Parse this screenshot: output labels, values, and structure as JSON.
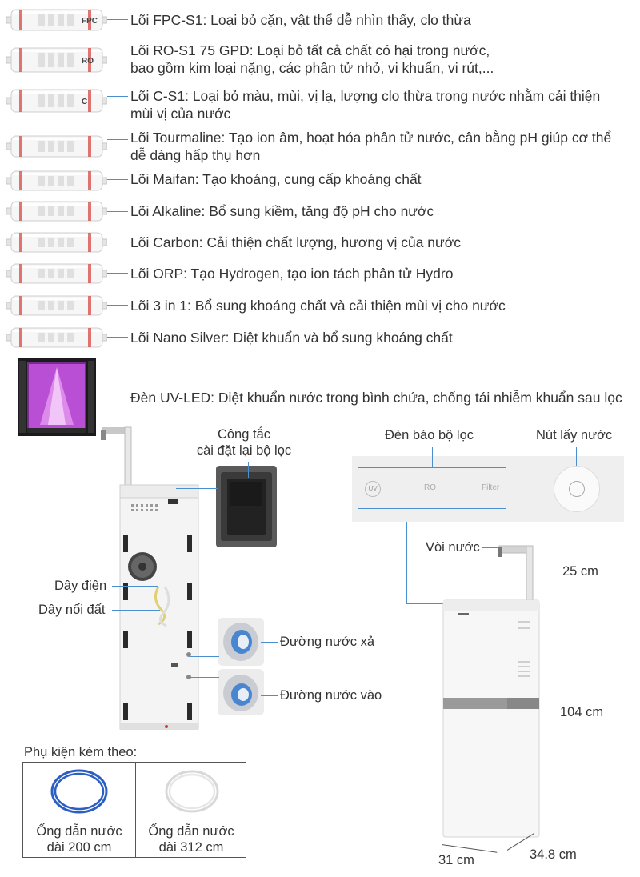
{
  "filters": [
    {
      "label": "Lõi FPC-S1: Loại bỏ cặn, vật thể dễ nhìn thấy, clo thừa",
      "code": "FPC"
    },
    {
      "label": "Lõi RO-S1 75 GPD: Loại bỏ tất cả chất có hại trong nước,\nbao gồm kim loại nặng, các phân tử nhỏ, vi khuẩn, vi rút,...",
      "code": "RO"
    },
    {
      "label": "Lõi C-S1: Loại bỏ màu, mùi, vị lạ, lượng clo thừa trong nước nhằm cải thiện\nmùi vị của nước",
      "code": "C"
    },
    {
      "label": "Lõi Tourmaline: Tạo ion âm, hoạt hóa phân tử nước, cân bằng pH giúp cơ thể\ndễ dàng hấp thụ hơn",
      "code": ""
    },
    {
      "label": "Lõi Maifan: Tạo khoáng, cung cấp khoáng chất",
      "code": ""
    },
    {
      "label": "Lõi Alkaline: Bổ sung kiềm, tăng độ pH cho nước",
      "code": ""
    },
    {
      "label": "Lõi Carbon: Cải thiện chất lượng, hương vị của nước",
      "code": ""
    },
    {
      "label": "Lõi ORP: Tạo Hydrogen, tạo ion tách phân tử Hydro",
      "code": ""
    },
    {
      "label": "Lõi 3 in 1: Bổ sung khoáng chất và cải thiện mùi vị cho nước",
      "code": ""
    },
    {
      "label": "Lõi Nano Silver: Diệt khuẩn và bổ sung khoáng chất",
      "code": ""
    }
  ],
  "uv_led": {
    "label": "Đèn UV-LED: Diệt khuẩn nước trong bình chứa, chống tái nhiễm khuẩn sau lọc"
  },
  "back_view": {
    "switch_label": "Công tắc\ncài đặt lại bộ lọc",
    "power_cord": "Dây điện",
    "ground_wire": "Dây nối đất",
    "drain_line": "Đường nước xả",
    "inlet_line": "Đường nước vào"
  },
  "panel": {
    "indicator_label": "Đèn báo bộ lọc",
    "button_label": "Nút lấy nước",
    "indicators": [
      "UV",
      "RO",
      "Filter"
    ]
  },
  "front_view": {
    "faucet_label": "Vòi nước",
    "dim_faucet": "25 cm",
    "dim_height": "104 cm",
    "dim_width": "31 cm",
    "dim_depth": "34.8 cm"
  },
  "accessories": {
    "title": "Phụ kiện kèm theo:",
    "items": [
      {
        "label": "Ống dẫn nước\ndài 200 cm",
        "color": "#2b5fc4"
      },
      {
        "label": "Ống dẫn nước\ndài 312 cm",
        "color": "#e8e8e8"
      }
    ]
  },
  "colors": {
    "accent_line": "#4a8fd0",
    "uv_purple": "#c04fd8",
    "cartridge_stripe": "#d9534f"
  }
}
